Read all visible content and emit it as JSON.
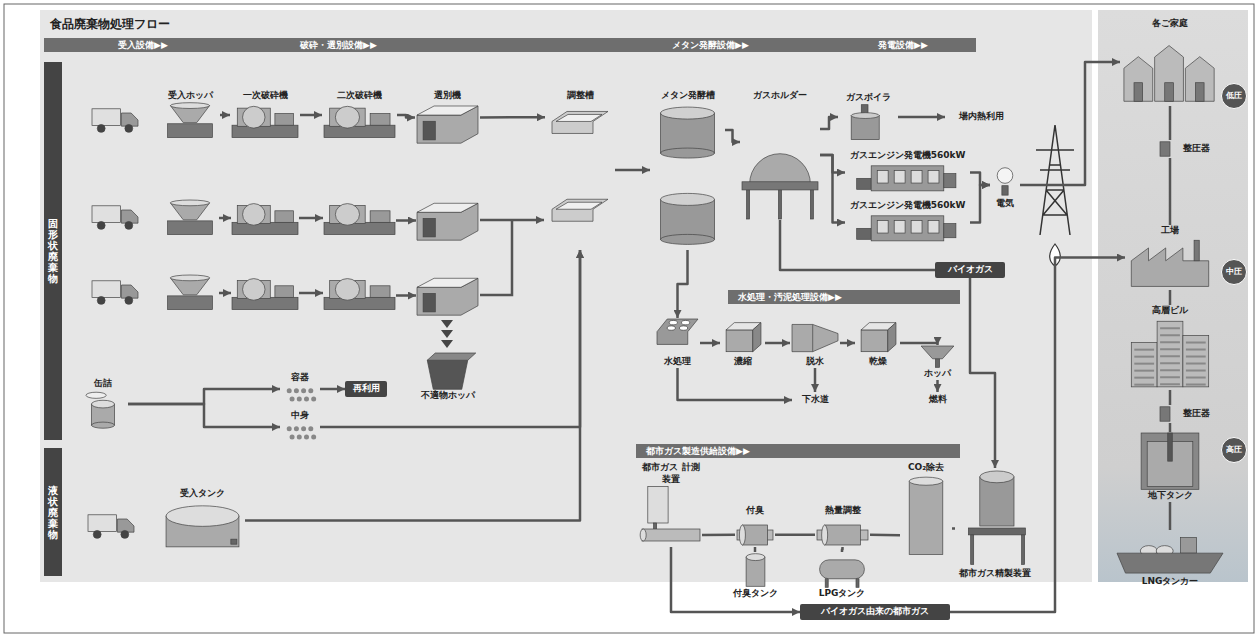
{
  "diagram": {
    "title": "食品廃棄物処理フロー",
    "nodes": [
      {
        "text": [
          "固形状廃棄物"
        ]
      },
      {
        "text": [
          "液状廃棄物"
        ]
      },
      {
        "text": [
          "受入ホッパ"
        ]
      },
      {
        "text": [
          "一次破砕機"
        ]
      },
      {
        "text": [
          "二次破砕機"
        ]
      },
      {
        "text": [
          "選別機"
        ]
      },
      {
        "text": [
          "調整槽"
        ]
      },
      {
        "text": [
          "メタン発酵槽"
        ]
      },
      {
        "text": [
          "ガスホルダー"
        ]
      },
      {
        "text": [
          "ガスボイラ"
        ]
      },
      {
        "text": [
          "場内熱利用"
        ]
      },
      {
        "text": [
          "ガスエンジン発電機560kW"
        ]
      },
      {
        "text": [
          "ガスエンジン発電機560kW"
        ]
      },
      {
        "text": [
          "電気"
        ]
      },
      {
        "text": [
          "不適物ホッパ"
        ]
      },
      {
        "text": [
          "缶詰"
        ]
      },
      {
        "text": [
          "容器"
        ]
      },
      {
        "text": [
          "再利用"
        ]
      },
      {
        "text": [
          "中身"
        ]
      },
      {
        "text": [
          "受入タンク"
        ]
      },
      {
        "text": [
          "水処理"
        ]
      },
      {
        "text": [
          "濃縮"
        ]
      },
      {
        "text": [
          "脱水"
        ]
      },
      {
        "text": [
          "乾燥"
        ]
      },
      {
        "text": [
          "ホッパ"
        ]
      },
      {
        "text": [
          "下水道"
        ]
      },
      {
        "text": [
          "燃料"
        ]
      },
      {
        "text": [
          "都市ガス 計測装置"
        ]
      },
      {
        "text": [
          "付臭"
        ]
      },
      {
        "text": [
          "熱量調整"
        ]
      },
      {
        "text": [
          "CO₂除去"
        ]
      },
      {
        "text": [
          "都市ガス精製装置"
        ]
      },
      {
        "text": [
          "付臭タンク"
        ]
      },
      {
        "text": [
          "LPGタンク"
        ]
      },
      {
        "text": [
          "各ご家庭"
        ]
      },
      {
        "text": [
          "低圧"
        ]
      },
      {
        "text": [
          "整圧器"
        ]
      },
      {
        "text": [
          "工場"
        ]
      },
      {
        "text": [
          "中圧"
        ]
      },
      {
        "text": [
          "高層ビル"
        ]
      },
      {
        "text": [
          "整圧器"
        ]
      },
      {
        "text": [
          "高圧"
        ]
      },
      {
        "text": [
          "地下タンク"
        ]
      },
      {
        "text": [
          "LNGタンカー"
        ]
      },
      {
        "text": [
          "バイオガス"
        ]
      },
      {
        "text": [
          "バイオガス由来の都市ガス"
        ]
      }
    ],
    "edges": [
      {
        "from": 2,
        "to": 3,
        "arrow": "to"
      },
      {
        "from": 3,
        "to": 4,
        "arrow": "to"
      },
      {
        "from": 4,
        "to": 5,
        "arrow": "to"
      },
      {
        "from": 5,
        "to": 6,
        "arrow": "to"
      },
      {
        "from": 6,
        "to": 7,
        "arrow": "to"
      },
      {
        "from": 7,
        "to": 8,
        "arrow": "to"
      },
      {
        "from": 8,
        "to": 9,
        "arrow": "to"
      },
      {
        "from": 8,
        "to": 11,
        "arrow": "to"
      },
      {
        "from": 8,
        "to": 12,
        "arrow": "to"
      },
      {
        "from": 9,
        "to": 10,
        "arrow": "to"
      },
      {
        "from": 11,
        "to": 13,
        "arrow": "to"
      },
      {
        "from": 12,
        "to": 13,
        "arrow": "to"
      },
      {
        "from": 13,
        "to": 34,
        "arrow": "to"
      },
      {
        "from": 15,
        "to": 16,
        "arrow": "to"
      },
      {
        "from": 16,
        "to": 17,
        "arrow": "to"
      },
      {
        "from": 15,
        "to": 18,
        "arrow": "to"
      },
      {
        "from": 18,
        "to": 6,
        "arrow": "to"
      },
      {
        "from": 19,
        "to": 6,
        "arrow": "to"
      },
      {
        "from": 7,
        "to": 20,
        "arrow": "to"
      },
      {
        "from": 20,
        "to": 21,
        "arrow": "to"
      },
      {
        "from": 21,
        "to": 22,
        "arrow": "to"
      },
      {
        "from": 22,
        "to": 23,
        "arrow": "to"
      },
      {
        "from": 23,
        "to": 24,
        "arrow": "to"
      },
      {
        "from": 24,
        "to": 26,
        "arrow": "to"
      },
      {
        "from": 22,
        "to": 25,
        "arrow": "to"
      },
      {
        "from": 20,
        "to": 25,
        "arrow": "to"
      },
      {
        "from": 8,
        "to": 44,
        "arrow": "none"
      },
      {
        "from": 44,
        "to": 31,
        "arrow": "to"
      },
      {
        "from": 31,
        "to": 30,
        "arrow": "none"
      },
      {
        "from": 30,
        "to": 29,
        "arrow": "none"
      },
      {
        "from": 29,
        "to": 28,
        "arrow": "none"
      },
      {
        "from": 28,
        "to": 27,
        "arrow": "none"
      },
      {
        "from": 32,
        "to": 28,
        "arrow": "none"
      },
      {
        "from": 33,
        "to": 29,
        "arrow": "none"
      },
      {
        "from": 27,
        "to": 45,
        "arrow": "to"
      },
      {
        "from": 45,
        "to": 37,
        "arrow": "to"
      },
      {
        "from": 34,
        "to": 36,
        "arrow": "none"
      },
      {
        "from": 36,
        "to": 37,
        "arrow": "none"
      },
      {
        "from": 37,
        "to": 39,
        "arrow": "none"
      },
      {
        "from": 39,
        "to": 40,
        "arrow": "none"
      },
      {
        "from": 40,
        "to": 42,
        "arrow": "none"
      },
      {
        "from": 42,
        "to": 43,
        "arrow": "none"
      }
    ],
    "labels": [
      "受入設備▶▶",
      "破砕・選別設備▶▶",
      "メタン発酵設備▶▶",
      "発電設備▶▶",
      "水処理・汚泥処理設備▶▶",
      "都市ガス製造供給設備▶▶"
    ]
  }
}
